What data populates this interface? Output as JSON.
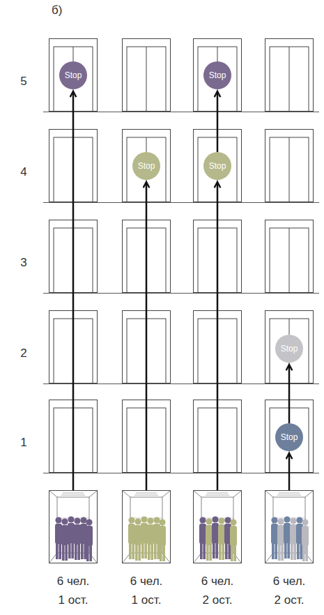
{
  "diagram": {
    "title": "б)",
    "nodes": [
      {
        "text": [
          "Stop"
        ]
      },
      {
        "text": [
          "Stop"
        ]
      },
      {
        "text": [
          "Stop"
        ]
      },
      {
        "text": [
          "Stop"
        ]
      },
      {
        "text": [
          "Stop"
        ]
      },
      {
        "text": [
          "Stop"
        ]
      },
      {
        "text": [
          "6 чел. 1 ост."
        ]
      },
      {
        "text": [
          "6 чел. 1 ост."
        ]
      },
      {
        "text": [
          "6 чел. 2 ост."
        ]
      },
      {
        "text": [
          "6 чел. 2 ост."
        ]
      }
    ],
    "edges": [
      {
        "from": 6,
        "to": 0,
        "arrow": "to"
      },
      {
        "from": 7,
        "to": 2,
        "arrow": "to"
      },
      {
        "from": 8,
        "to": 3,
        "arrow": "to"
      },
      {
        "from": 3,
        "to": 1,
        "arrow": "to"
      },
      {
        "from": 9,
        "to": 5,
        "arrow": "to"
      },
      {
        "from": 5,
        "to": 4,
        "arrow": "to"
      }
    ],
    "labels": [
      "5",
      "4",
      "3",
      "2",
      "1"
    ]
  }
}
